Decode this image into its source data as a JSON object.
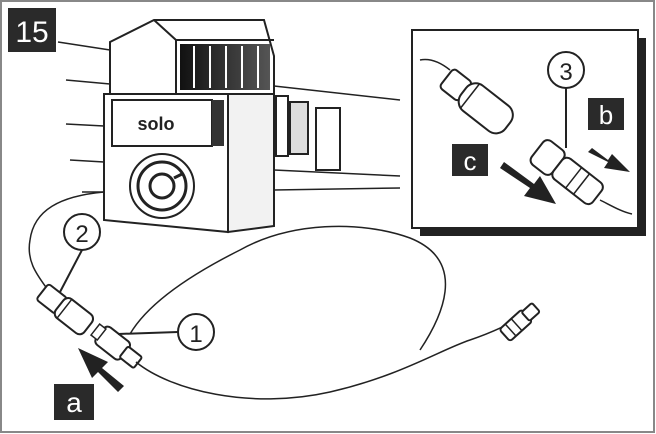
{
  "figure": {
    "step_number": "15",
    "brand_logo": "solo",
    "callouts": [
      {
        "id": "callout-1",
        "number": "1"
      },
      {
        "id": "callout-2",
        "number": "2"
      },
      {
        "id": "callout-3",
        "number": "3"
      }
    ],
    "letter_tags": [
      {
        "id": "tag-a",
        "letter": "a"
      },
      {
        "id": "tag-b",
        "letter": "b"
      },
      {
        "id": "tag-c",
        "letter": "c"
      }
    ],
    "colors": {
      "line": "#222222",
      "tag_fill": "#222222",
      "tag_text": "#ffffff",
      "frame": "#888888",
      "background": "#ffffff"
    }
  }
}
